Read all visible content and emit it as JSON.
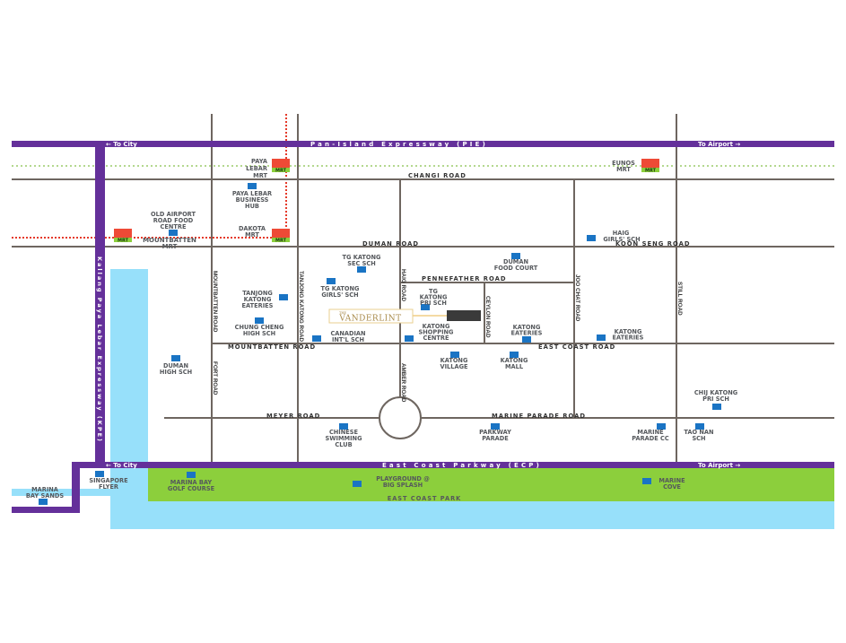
{
  "highways": {
    "pie": "Pan-Island  Expressway  (PIE)",
    "ecp": "East  Coast  Parkway  (ECP)",
    "kpe": "Kallang  Paya  Lebar  Expressway  (KPE)",
    "to_city": "← To City",
    "to_airport": "To Airport →"
  },
  "roads": {
    "changi": "CHANGI  ROAD",
    "duman": "DUMAN  ROAD",
    "koon_seng": "KOON  SENG  ROAD",
    "pennefather": "PENNEFATHER  ROAD",
    "mountbatten_h": "MOUNTBATTEN  ROAD",
    "east_coast": "EAST  COAST  ROAD",
    "meyer": "MEYER  ROAD",
    "marine_parade": "MARINE  PARADE  ROAD",
    "mountbatten_v": "MOUNTBATTEN ROAD",
    "tanjong_katong": "TANJONG KATONG ROAD",
    "haig": "HAIG ROAD",
    "ceylon": "CEYLON ROAD",
    "joo_chat": "JOO  CHAT  ROAD",
    "still": "STILL ROAD",
    "fort": "FORT  ROAD",
    "amber": "AMBER  ROAD"
  },
  "mrt": {
    "tag": "MRT",
    "paya_lebar": [
      "PAYA",
      "LEBAR",
      "MRT"
    ],
    "eunos": [
      "EUNOS",
      "MRT"
    ],
    "dakota": [
      "DAKOTA",
      "MRT"
    ],
    "mountbatten": [
      "MOUNTBATTEN",
      "MRT"
    ]
  },
  "places": {
    "old_airport": [
      "OLD AIRPORT",
      "ROAD FOOD",
      "CENTRE"
    ],
    "paya_lebar_hub": [
      "PAYA LEBAR",
      "BUSINESS",
      "HUB"
    ],
    "tg_katong_sec": [
      "TG KATONG",
      "SEC SCH"
    ],
    "tg_katong_girls": [
      "TG KATONG",
      "GIRLS' SCH"
    ],
    "tanjong_katong_eateries": [
      "TANJONG",
      "KATONG",
      "EATERIES"
    ],
    "chung_cheng": [
      "CHUNG CHENG",
      "HIGH SCH"
    ],
    "canadian": [
      "CANADIAN",
      "INT'L SCH"
    ],
    "tg_katong_pri": [
      "TG",
      "KATONG",
      "PRI SCH"
    ],
    "katong_shopping": [
      "KATONG",
      "SHOPPING",
      "CENTRE"
    ],
    "duman_food": [
      "DUMAN",
      "FOOD COURT"
    ],
    "katong_eateries_1": [
      "KATONG",
      "EATERIES"
    ],
    "katong_eateries_2": [
      "KATONG",
      "EATERIES"
    ],
    "haig_girls": [
      "HAIG",
      "GIRLS' SCH"
    ],
    "katong_village": [
      "KATONG",
      "VILLAGE"
    ],
    "katong_mall": [
      "KATONG",
      "MALL"
    ],
    "duman_high": [
      "DUMAN",
      "HIGH SCH"
    ],
    "chij": [
      "CHIJ KATONG",
      "PRI SCH"
    ],
    "chinese_swimming": [
      "CHINESE",
      "SWIMMING",
      "CLUB"
    ],
    "parkway": [
      "PARKWAY",
      "PARADE"
    ],
    "marine_parade_cc": [
      "MARINE",
      "PARADE CC"
    ],
    "tao_nan": [
      "TAO NAN",
      "SCH"
    ],
    "singapore_flyer": [
      "SINGAPORE",
      "FLYER"
    ],
    "marina_bay_golf": [
      "MARINA BAY",
      "GOLF COURSE"
    ],
    "big_splash": [
      "PLAYGROUND @",
      "BIG SPLASH"
    ],
    "marine_cove": [
      "MARINE",
      "COVE"
    ],
    "marina_bay_sands": [
      "MARINA",
      "BAY SANDS"
    ],
    "east_coast_park": "EAST      COAST      PARK"
  },
  "project": {
    "the": "THE",
    "name": "VANDERLINT"
  },
  "colors": {
    "highway": "#64309a",
    "road": "#6e6660",
    "water": "#97e0fa",
    "park": "#8ccf3c",
    "marker": "#1a74c4",
    "mrt": "#ee4a36"
  }
}
